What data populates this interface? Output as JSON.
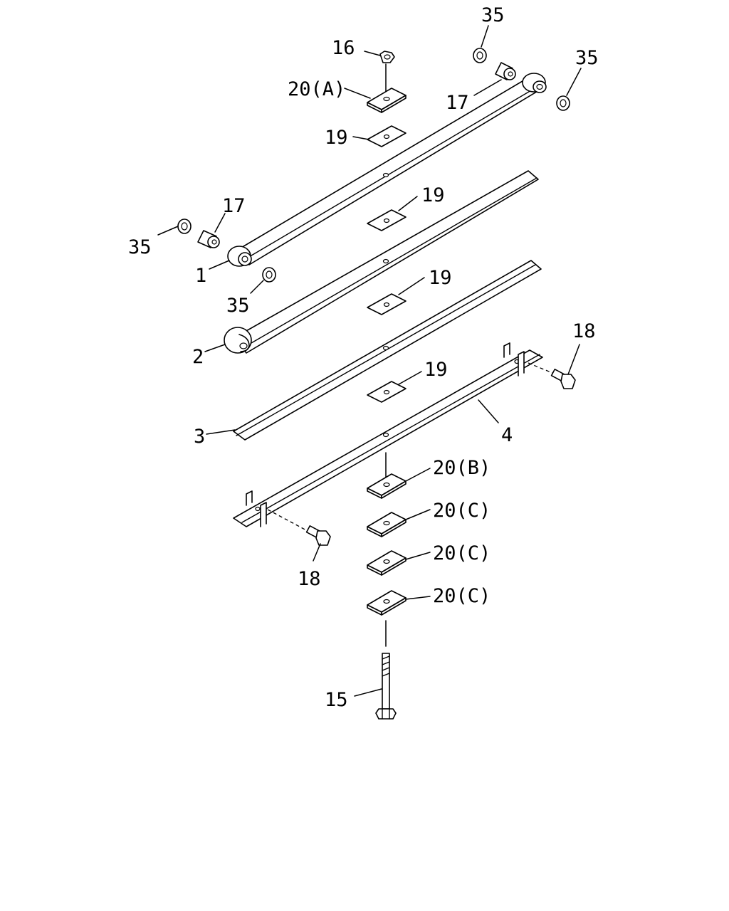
{
  "diagram": {
    "callouts": {
      "c35_top": "35",
      "c16": "16",
      "c20a": "20(A)",
      "c17_top": "17",
      "c35_right": "35",
      "c19_a": "19",
      "c19_b": "19",
      "c17_left": "17",
      "c35_left": "35",
      "c1": "1",
      "c35_mid": "35",
      "c19_c": "19",
      "c2": "2",
      "c18_right": "18",
      "c19_d": "19",
      "c3": "3",
      "c4": "4",
      "c20b": "20(B)",
      "c20c_1": "20(C)",
      "c20c_2": "20(C)",
      "c20c_3": "20(C)",
      "c18_left": "18",
      "c15": "15"
    }
  }
}
